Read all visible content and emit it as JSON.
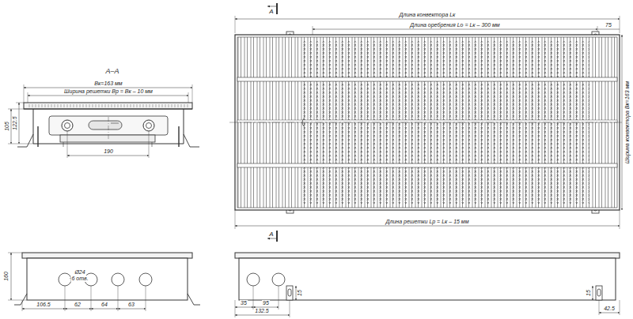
{
  "diagram": {
    "labels": [
      "A–A",
      "Вк=163 мм",
      "Ширина решетки Вр = Вк – 10 мм",
      "105",
      "122.5",
      "190",
      "A",
      "Длина конвектора Lк",
      "Длина оребрения Lо = Lк – 300 мм",
      "75",
      "Ширина конвектора Вк=163 мм",
      "Длина решетки Lр = Lк – 15 мм",
      "A",
      "160",
      "Ø24",
      "6 отв.",
      "106.5",
      "62",
      "64",
      "63",
      "35",
      "95",
      "132.5",
      "15",
      "15",
      "42.5"
    ]
  }
}
